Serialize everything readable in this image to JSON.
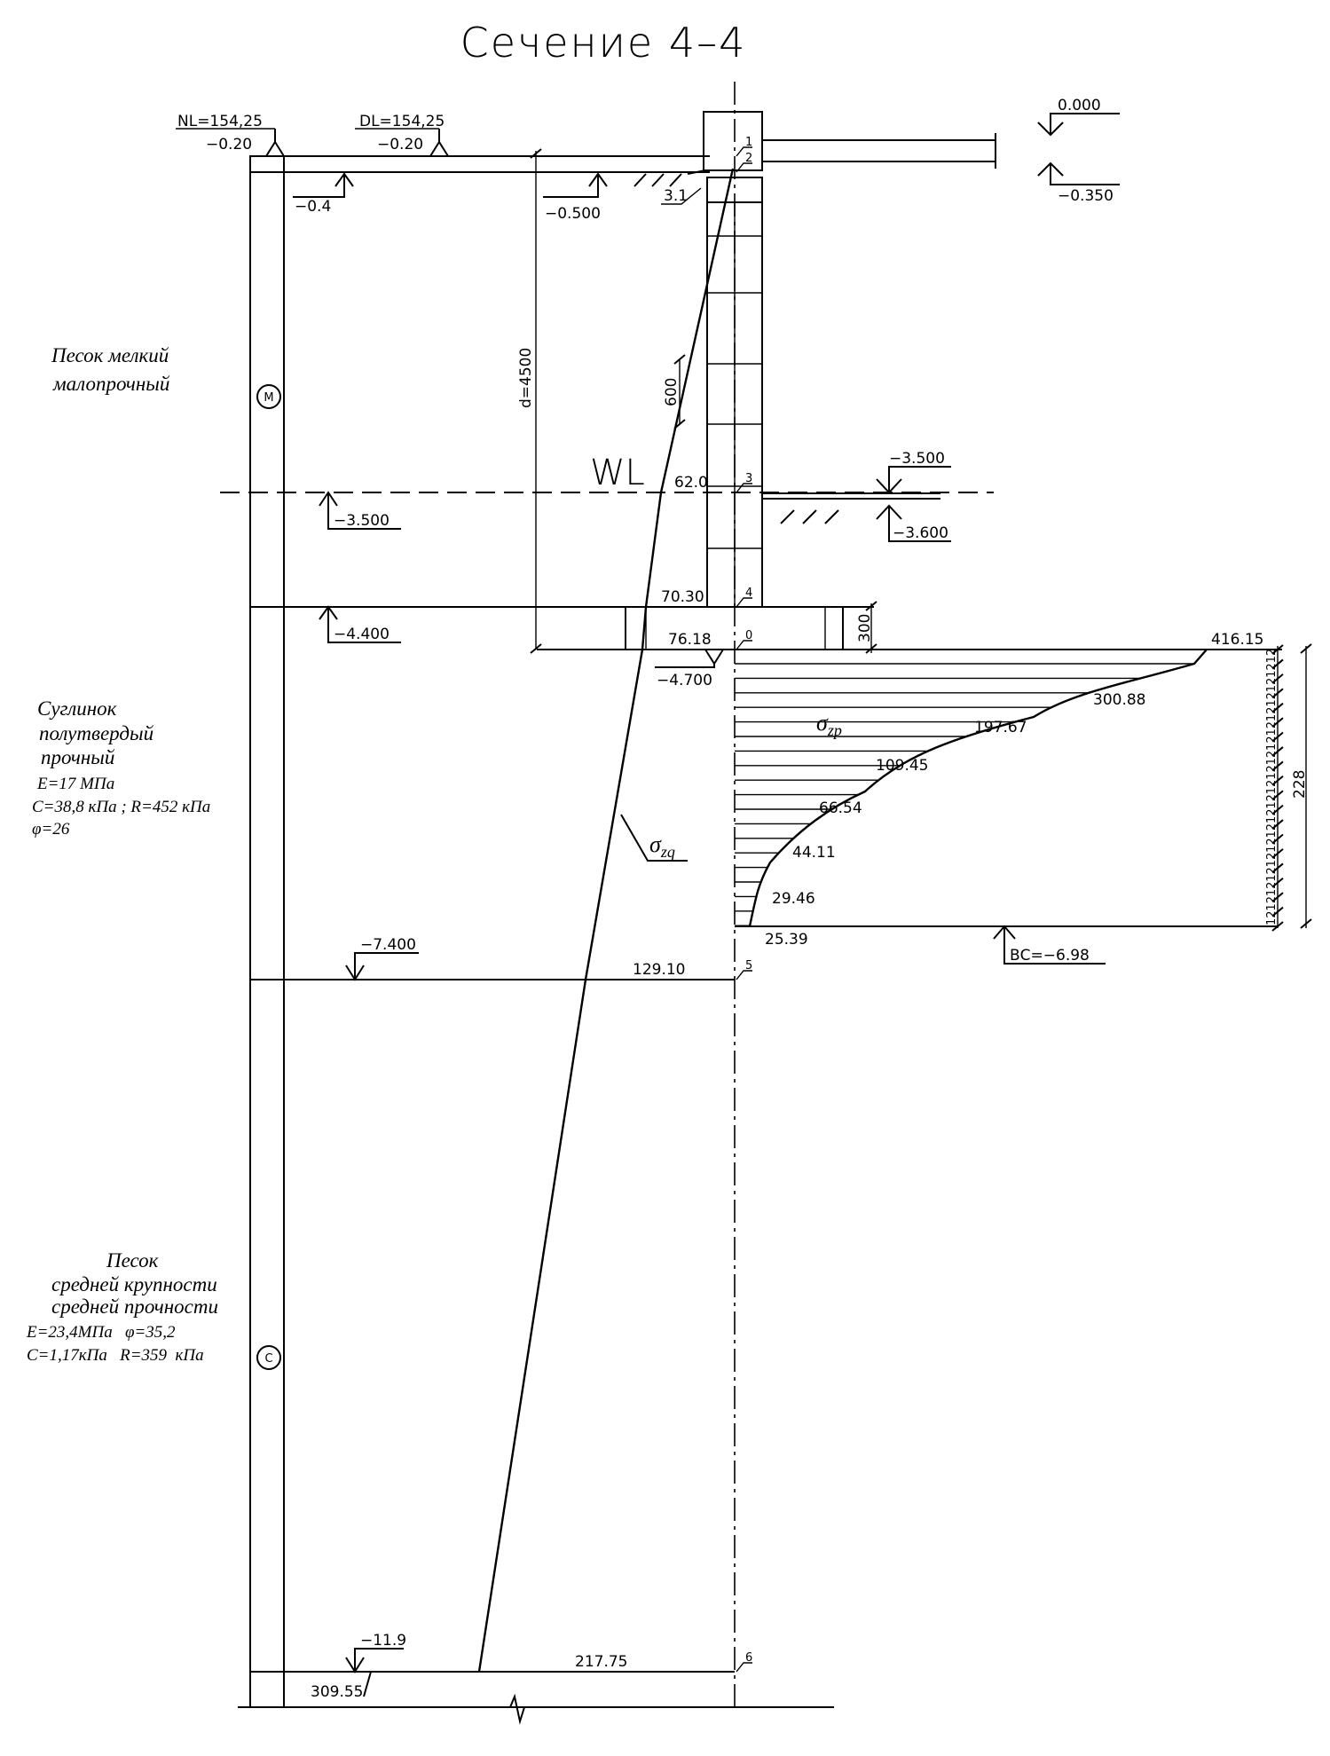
{
  "title": "Сечение 4–4",
  "marks": {
    "nl_label": "NL=154,25",
    "nl_level": "−0.20",
    "dl_label": "DL=154,25",
    "dl_level": "−0.20",
    "ground_left": "−0.4",
    "ground_inner": "−0.500",
    "floor_top": "0.000",
    "floor_bottom": "−0.350",
    "wl_left": "−3.500",
    "wl_right_top": "−3.500",
    "wl_right_bottom": "−3.600",
    "layer1_bottom": "−4.400",
    "foundation_base": "−4.700",
    "layer2_bottom": "−7.400",
    "bottom_mark": "−11.9",
    "bc": "ВС=−6.98"
  },
  "dimensions": {
    "d": "d=4500",
    "block": "600",
    "slab": "300",
    "zone": "228",
    "step": "12"
  },
  "water_level": "WL",
  "point_labels": [
    "1",
    "2",
    "3",
    "4",
    "0",
    "5",
    "6"
  ],
  "point_3_1": "3.1",
  "soils": {
    "layer1": {
      "lines": [
        "Песок мелкий",
        "малопрочный"
      ],
      "symbol": "M"
    },
    "layer2": {
      "lines": [
        "Суглинок",
        "полутвердый",
        "прочный"
      ],
      "props": [
        "E=17 МПа",
        "C=38,8 кПа ; R=452 кПа",
        "φ=26"
      ]
    },
    "layer3": {
      "lines": [
        "Песок",
        "средней крупности",
        "средней прочности"
      ],
      "props": [
        "E=23,4МПа   φ=35,2",
        "C=1,17кПа   R=359  кПа"
      ],
      "symbol": "С"
    }
  },
  "sigma_zq": {
    "symbol": "σ",
    "subscript": "zq",
    "values": [
      "62.0",
      "70.30",
      "76.18",
      "129.10",
      "217.75",
      "309.55"
    ]
  },
  "sigma_zp": {
    "symbol": "σ",
    "subscript": "zp",
    "values": [
      "416.15",
      "300.88",
      "197.67",
      "109.45",
      "66.54",
      "44.11",
      "29.46",
      "25.39"
    ]
  }
}
